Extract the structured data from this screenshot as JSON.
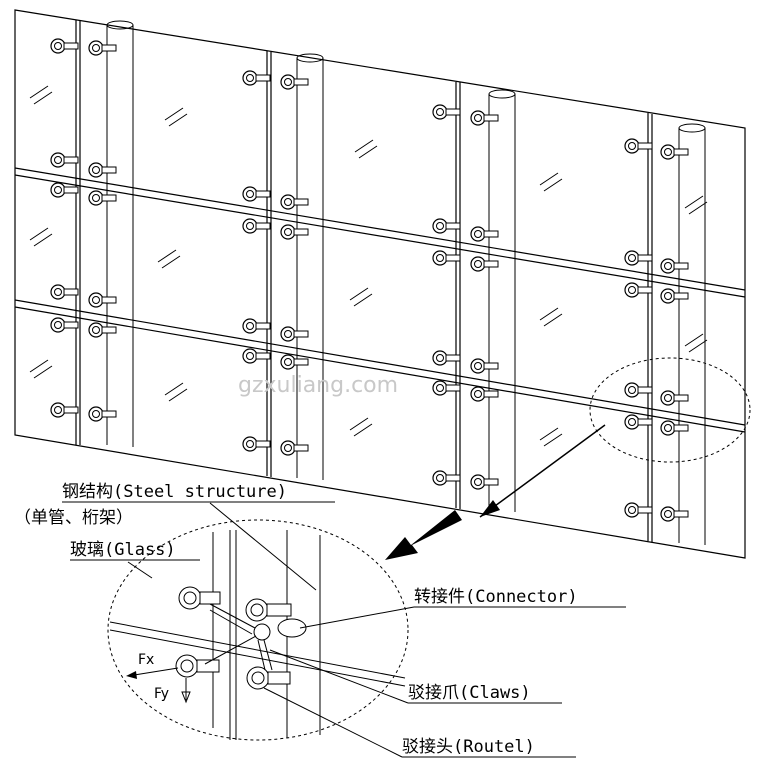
{
  "watermark": "gzxuliang.com",
  "labels": {
    "steel": "钢结构(Steel structure)",
    "steel_sub": "（单管、桁架）",
    "glass": "玻璃(Glass)",
    "connector": "转接件(Connector)",
    "claws": "驳接爪(Claws)",
    "routel": "驳接头(Routel)"
  },
  "forces": {
    "fx": "Fx",
    "fy": "Fy"
  }
}
